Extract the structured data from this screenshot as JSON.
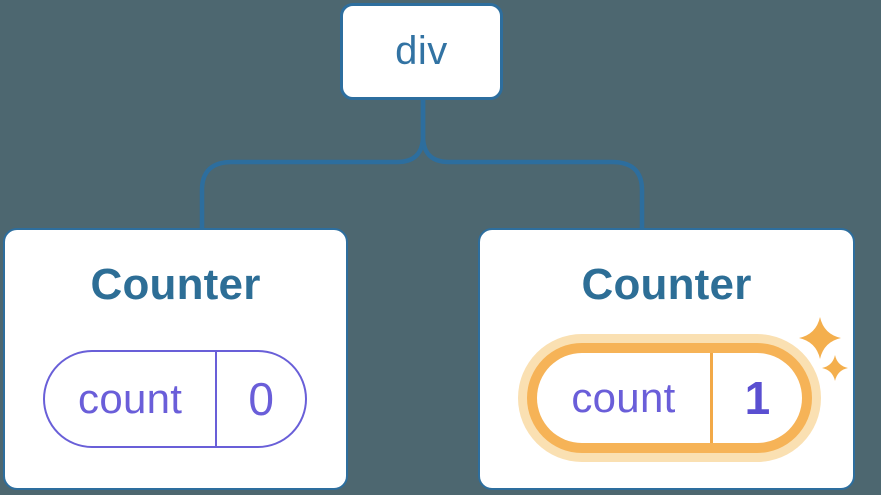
{
  "colors": {
    "background": "#4D6770",
    "node_border_blue": "#2D6E9E",
    "node_text_blue": "#3273A3",
    "title_blue": "#2D6E96",
    "state_purple": "#695FD8",
    "state_text_purple": "#6A5ED9",
    "state_value_bold_purple": "#5A4FD1",
    "highlight_orange": "#F6B357",
    "highlight_halo_orange": "#FAE0B2",
    "highlight_divider_orange": "#F2A947",
    "sparkle_orange": "#F4AF4D",
    "card_background": "#FFFFFF"
  },
  "tree": {
    "root": {
      "label": "div"
    },
    "children": [
      {
        "title": "Counter",
        "state_key": "count",
        "state_value": "0",
        "highlighted": false
      },
      {
        "title": "Counter",
        "state_key": "count",
        "state_value": "1",
        "highlighted": true
      }
    ]
  }
}
